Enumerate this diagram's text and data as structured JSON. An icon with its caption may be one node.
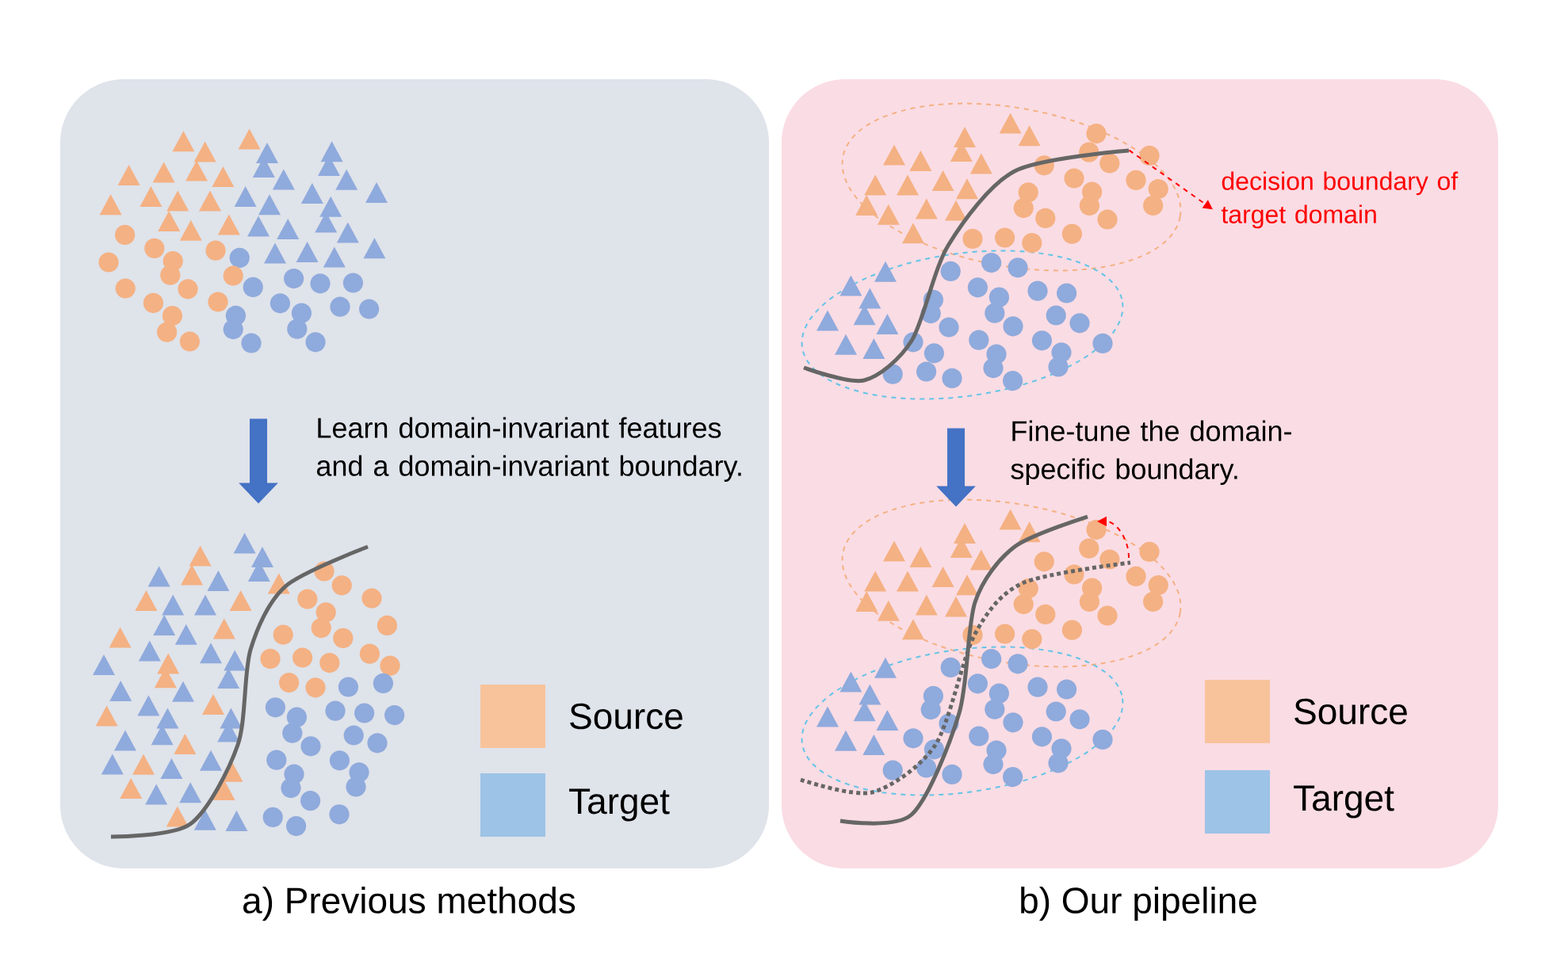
{
  "diagram": {
    "nodes": [
      {
        "text": [],
        "shape": "box"
      },
      {
        "text": [],
        "shape": "box"
      },
      {
        "text": [],
        "shape": "picture",
        "in": 0
      },
      {
        "text": [],
        "shape": "picture",
        "in": 0
      },
      {
        "text": [],
        "shape": "picture",
        "in": 1
      },
      {
        "text": [
          "decision boundary of target domain"
        ],
        "in": 1
      },
      {
        "text": [],
        "shape": "picture",
        "in": 1
      }
    ],
    "edges": [
      {
        "from": 2,
        "to": 3,
        "arrow": "to",
        "label": "Learn domain-invariant features and a domain-invariant boundary."
      },
      {
        "from": 4,
        "to": 5,
        "arrow": "to",
        "style": "dashed",
        "color": "#ff0000"
      },
      {
        "from": 4,
        "to": 6,
        "arrow": "to",
        "label": "Fine-tune the domain-specific boundary."
      }
    ],
    "labels": [
      "a) Previous methods",
      "b) Our pipeline"
    ],
    "legend": [
      {
        "text": "Source",
        "color": "#f8c39b"
      },
      {
        "text": "Target",
        "color": "#9dc3e6"
      },
      {
        "text": "Source",
        "color": "#f8c39b"
      },
      {
        "text": "Target",
        "color": "#9dc3e6"
      }
    ]
  }
}
